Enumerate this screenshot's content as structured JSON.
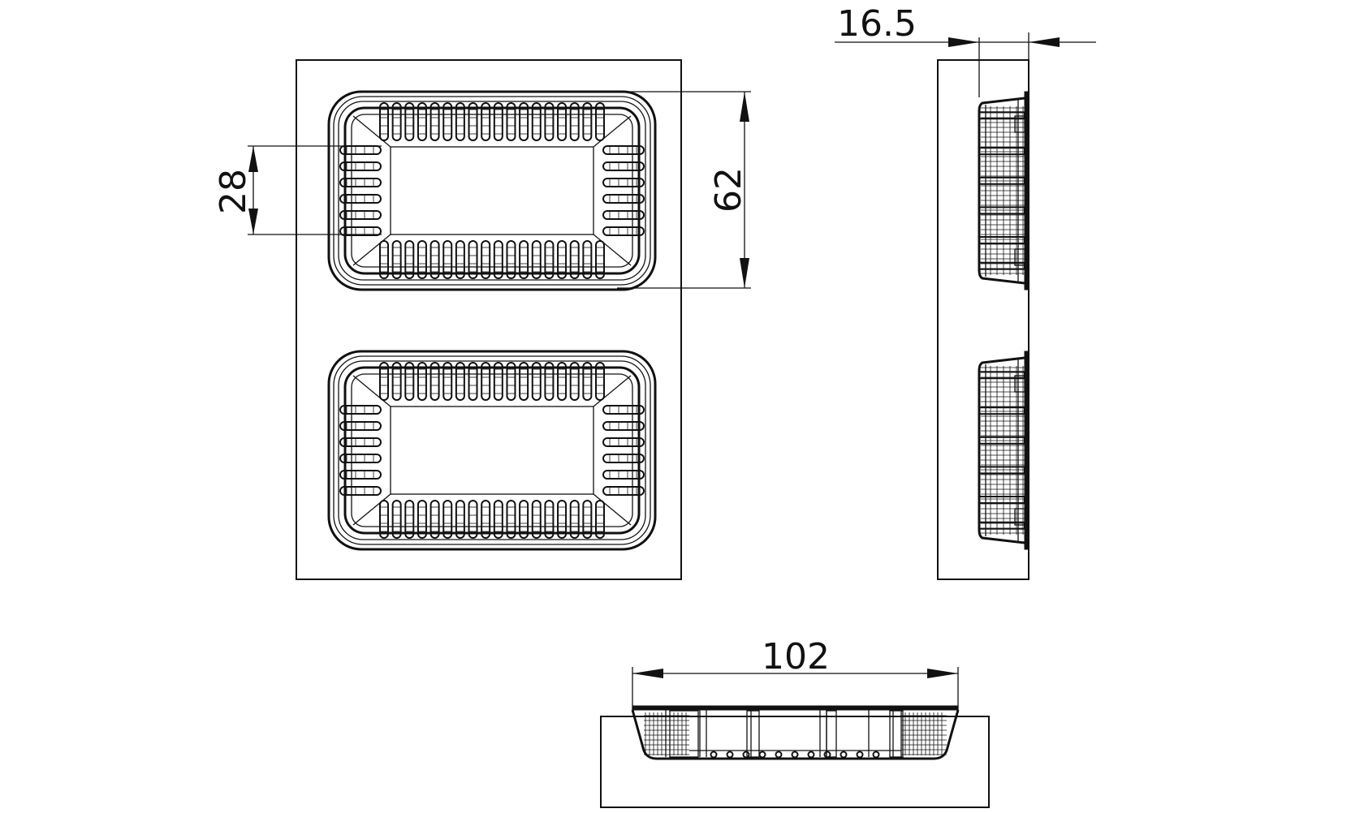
{
  "drawing": {
    "views": [
      "front-view",
      "side-view",
      "bottom-view"
    ],
    "dimensions": {
      "inner_opening": "28",
      "tray_height": "62",
      "depth": "16.5",
      "width": "102"
    },
    "colors": {
      "line": "#111111",
      "background": "#ffffff"
    }
  }
}
